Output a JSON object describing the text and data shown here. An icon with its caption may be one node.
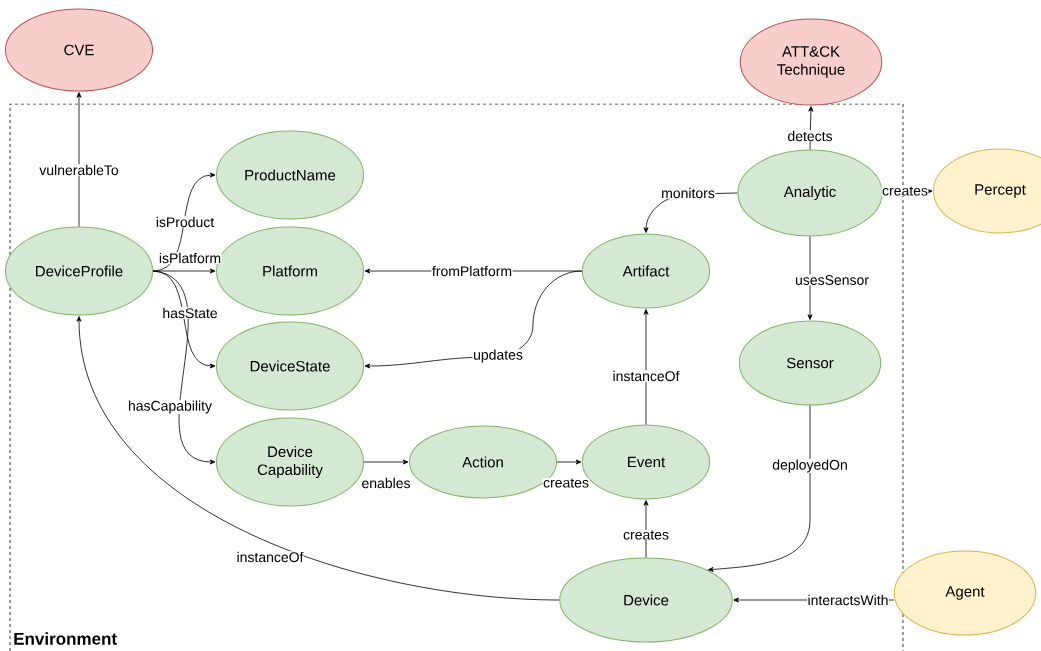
{
  "diagram": {
    "nodes": [
      {
        "text": [
          "Environment"
        ]
      },
      {
        "text": [
          "CVE"
        ]
      },
      {
        "text": [
          "ATT&CK Technique"
        ]
      },
      {
        "text": [
          "ProductName"
        ],
        "in": 0
      },
      {
        "text": [
          "Analytic"
        ],
        "in": 0
      },
      {
        "text": [
          "Percept"
        ]
      },
      {
        "text": [
          "DeviceProfile"
        ],
        "in": 0
      },
      {
        "text": [
          "Platform"
        ],
        "in": 0
      },
      {
        "text": [
          "Artifact"
        ],
        "in": 0
      },
      {
        "text": [
          "DeviceState"
        ],
        "in": 0
      },
      {
        "text": [
          "Sensor"
        ],
        "in": 0
      },
      {
        "text": [
          "Device Capability"
        ],
        "in": 0
      },
      {
        "text": [
          "Action"
        ],
        "in": 0
      },
      {
        "text": [
          "Event"
        ],
        "in": 0
      },
      {
        "text": [
          "Device"
        ],
        "in": 0
      },
      {
        "text": [
          "Agent"
        ]
      }
    ],
    "edges": [
      {
        "from": 6,
        "to": 1,
        "arrow": "to",
        "label": "vulnerableTo"
      },
      {
        "from": 6,
        "to": 3,
        "arrow": "to",
        "label": "isProduct"
      },
      {
        "from": 6,
        "to": 7,
        "arrow": "to",
        "label": "isPlatform"
      },
      {
        "from": 6,
        "to": 9,
        "arrow": "to",
        "label": "hasState"
      },
      {
        "from": 6,
        "to": 11,
        "arrow": "to",
        "label": "hasCapability"
      },
      {
        "from": 8,
        "to": 7,
        "arrow": "to",
        "label": "fromPlatform"
      },
      {
        "from": 8,
        "to": 9,
        "arrow": "to",
        "label": "updates"
      },
      {
        "from": 4,
        "to": 2,
        "arrow": "to",
        "label": "detects"
      },
      {
        "from": 4,
        "to": 5,
        "arrow": "to",
        "label": "creates"
      },
      {
        "from": 4,
        "to": 8,
        "arrow": "to",
        "label": "monitors"
      },
      {
        "from": 4,
        "to": 10,
        "arrow": "to",
        "label": "usesSensor"
      },
      {
        "from": 13,
        "to": 8,
        "arrow": "to",
        "label": "instanceOf"
      },
      {
        "from": 11,
        "to": 12,
        "arrow": "to",
        "label": "enables"
      },
      {
        "from": 12,
        "to": 13,
        "arrow": "to",
        "label": "creates"
      },
      {
        "from": 14,
        "to": 13,
        "arrow": "to",
        "label": "creates"
      },
      {
        "from": 10,
        "to": 14,
        "arrow": "to",
        "label": "deployedOn"
      },
      {
        "from": 15,
        "to": 14,
        "arrow": "to",
        "label": "interactsWith"
      },
      {
        "from": 14,
        "to": 6,
        "arrow": "to",
        "label": "instanceOf"
      }
    ]
  }
}
